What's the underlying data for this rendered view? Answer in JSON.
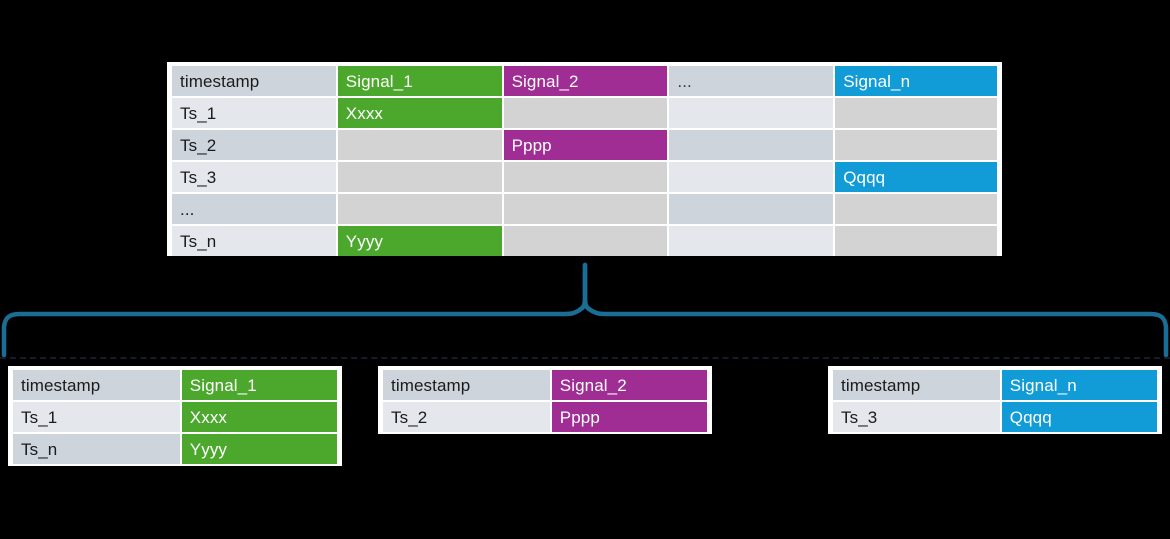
{
  "diagram": {
    "title": "signal-table-split",
    "colors": {
      "green": "#4ca82c",
      "magenta": "#9f2d94",
      "blue": "#119bd7",
      "empty_gray": "#d3d3d3",
      "row_dark": "#ced4dc",
      "row_light": "#e4e8ed",
      "brace": "#1a6e96",
      "background": "#000000"
    }
  },
  "main_table": {
    "columns": [
      "timestamp",
      "Signal_1",
      "Signal_2",
      "...",
      "Signal_n"
    ],
    "rows": [
      {
        "timestamp": "Ts_1",
        "Signal_1": "Xxxx",
        "Signal_2": "",
        "dots": "",
        "Signal_n": ""
      },
      {
        "timestamp": "Ts_2",
        "Signal_1": "",
        "Signal_2": "Pppp",
        "dots": "",
        "Signal_n": ""
      },
      {
        "timestamp": "Ts_3",
        "Signal_1": "",
        "Signal_2": "",
        "dots": "",
        "Signal_n": "Qqqq"
      },
      {
        "timestamp": "...",
        "Signal_1": "",
        "Signal_2": "",
        "dots": "",
        "Signal_n": ""
      },
      {
        "timestamp": "Ts_n",
        "Signal_1": "Yyyy",
        "Signal_2": "",
        "dots": "",
        "Signal_n": ""
      }
    ]
  },
  "split_tables": [
    {
      "columns": [
        "timestamp",
        "Signal_1"
      ],
      "rows": [
        {
          "timestamp": "Ts_1",
          "value": "Xxxx"
        },
        {
          "timestamp": "Ts_n",
          "value": "Yyyy"
        }
      ]
    },
    {
      "columns": [
        "timestamp",
        "Signal_2"
      ],
      "rows": [
        {
          "timestamp": "Ts_2",
          "value": "Pppp"
        }
      ]
    },
    {
      "columns": [
        "timestamp",
        "Signal_n"
      ],
      "rows": [
        {
          "timestamp": "Ts_3",
          "value": "Qqqq"
        }
      ]
    }
  ]
}
